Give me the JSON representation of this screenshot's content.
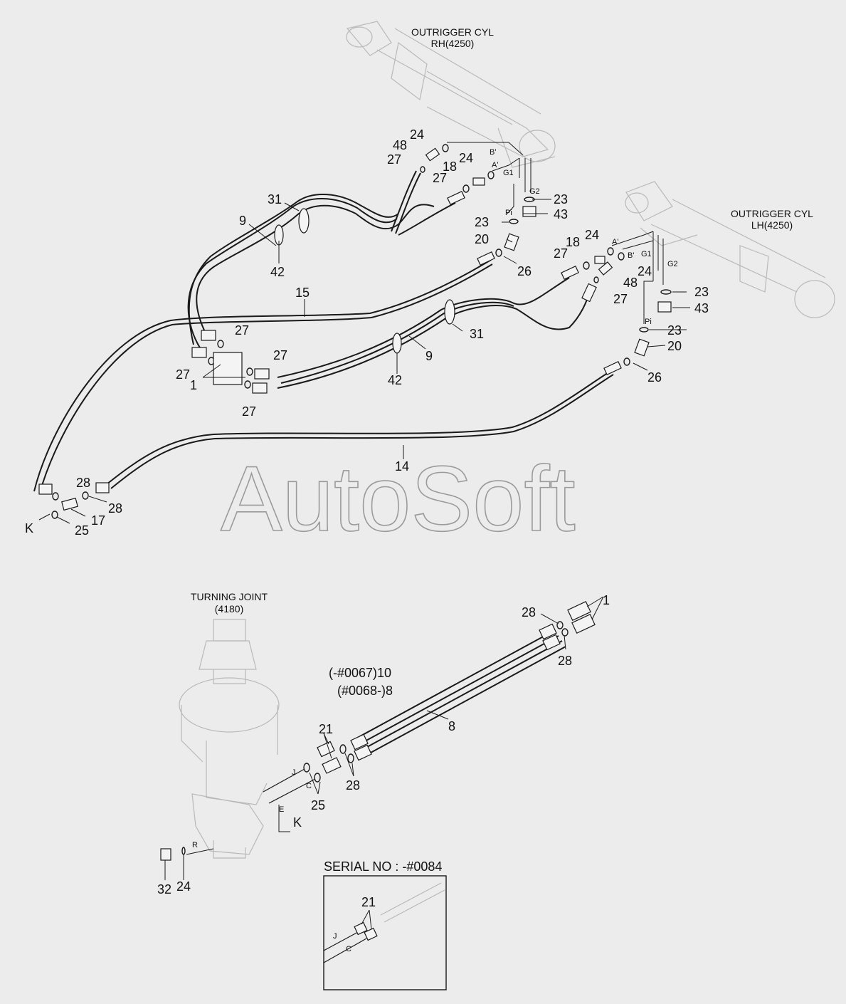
{
  "labels": {
    "rh_cyl_title_1": "OUTRIGGER CYL",
    "rh_cyl_title_2": "RH(4250)",
    "lh_cyl_title_1": "OUTRIGGER CYL",
    "lh_cyl_title_2": "LH(4250)",
    "turning_joint_1": "TURNING JOINT",
    "turning_joint_2": "(4180)",
    "serial": "SERIAL NO : -#0084",
    "watermark": "AutoSoft",
    "variant_10": "(-#0067)10",
    "variant_8": "(#0068-)8"
  },
  "ports": {
    "b_prime": "B'",
    "a_prime": "A'",
    "g1": "G1",
    "g2": "G2",
    "pi_upper": "Pi",
    "pi_lower": "Pi",
    "j": "J",
    "c": "C",
    "e": "E",
    "r": "R",
    "k": "K"
  },
  "callouts": {
    "p1": "24",
    "p2": "48",
    "p3": "27",
    "p4": "24",
    "p5": "18",
    "p6": "27",
    "p7": "23",
    "p8": "43",
    "p9": "23",
    "p10": "20",
    "p11": "31",
    "p12": "9",
    "p13": "42",
    "p14": "15",
    "p15": "26",
    "p16": "18",
    "p17": "24",
    "p18": "27",
    "p19": "24",
    "p20": "48",
    "p21": "27",
    "p22": "23",
    "p23": "43",
    "p24": "23",
    "p25": "20",
    "p26": "26",
    "p27": "31",
    "p28": "9",
    "p29": "42",
    "p30": "27",
    "p31": "27",
    "p32": "27",
    "p33": "1",
    "p34": "27",
    "p35": "14",
    "p36": "28",
    "p37": "28",
    "p38": "17",
    "p39": "K",
    "p40": "25",
    "p41": "1",
    "p42": "28",
    "p43": "28",
    "p44": "8",
    "p45": "21",
    "p46": "28",
    "p47": "25",
    "p48": "K",
    "p49": "32",
    "p50": "24",
    "p51": "21"
  },
  "colors": {
    "background": "#ececec",
    "line": "#1a1a1a",
    "ghost": "#b9b9b9"
  }
}
